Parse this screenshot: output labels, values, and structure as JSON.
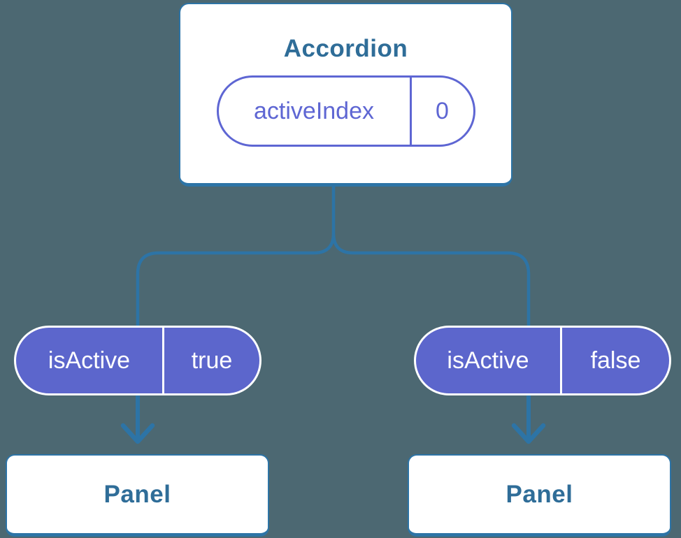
{
  "colors": {
    "background": "#4C6872",
    "line_blue": "#2D74A6",
    "text_blue": "#2F6D98",
    "pill_purple": "#5C66CC",
    "pill_outline_purple": "#5E66D3",
    "card_white": "#FFFFFF"
  },
  "diagram": {
    "root": {
      "title": "Accordion",
      "state": {
        "name": "activeIndex",
        "value": "0"
      }
    },
    "children": [
      {
        "prop": {
          "name": "isActive",
          "value": "true"
        },
        "node": {
          "title": "Panel"
        }
      },
      {
        "prop": {
          "name": "isActive",
          "value": "false"
        },
        "node": {
          "title": "Panel"
        }
      }
    ]
  }
}
